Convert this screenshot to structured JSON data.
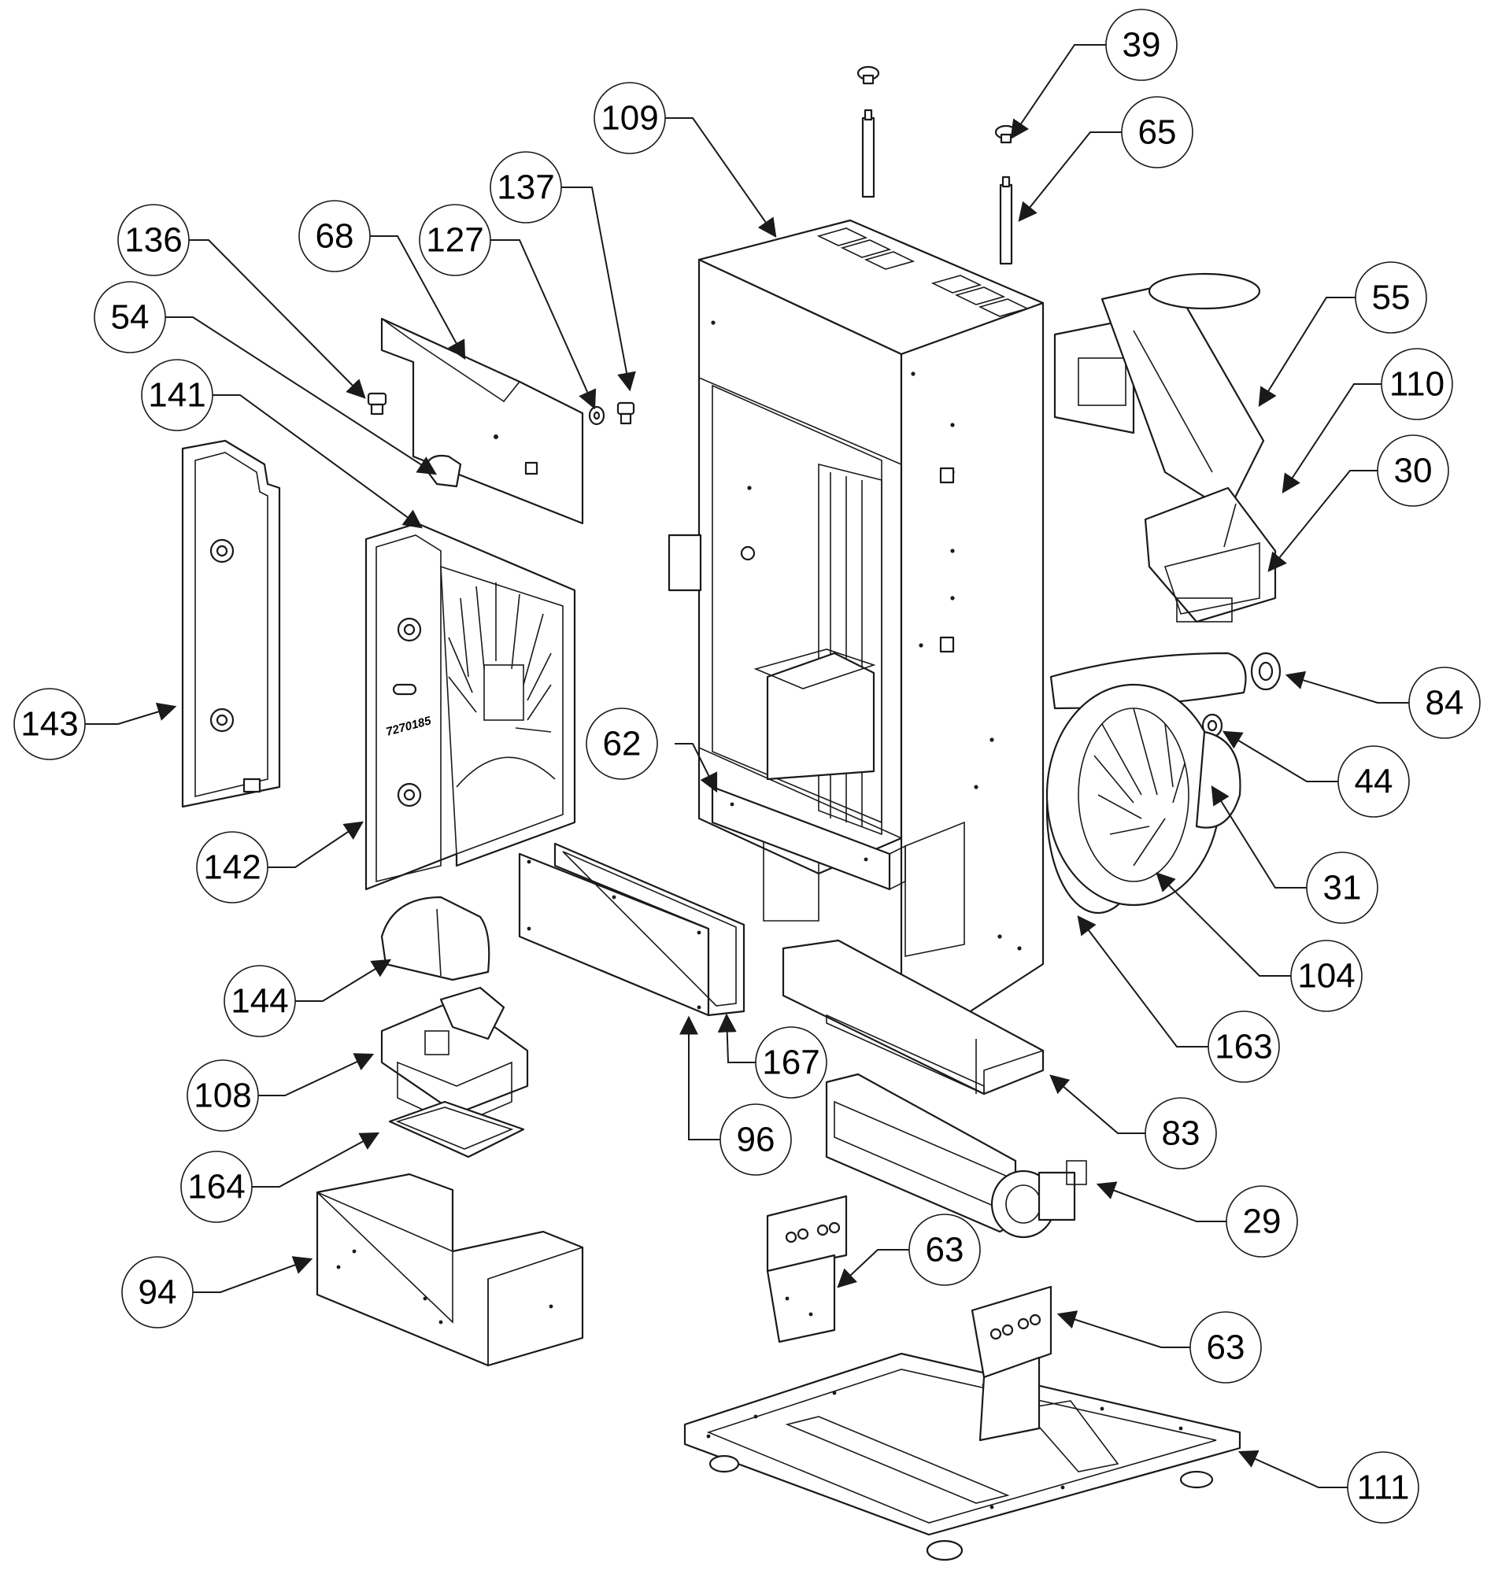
{
  "diagram": {
    "panel_imprint": "7270185",
    "callouts": [
      {
        "id": "39",
        "label": "39"
      },
      {
        "id": "109",
        "label": "109"
      },
      {
        "id": "65",
        "label": "65"
      },
      {
        "id": "137",
        "label": "137"
      },
      {
        "id": "136",
        "label": "136"
      },
      {
        "id": "68",
        "label": "68"
      },
      {
        "id": "127",
        "label": "127"
      },
      {
        "id": "54",
        "label": "54"
      },
      {
        "id": "55",
        "label": "55"
      },
      {
        "id": "141",
        "label": "141"
      },
      {
        "id": "110",
        "label": "110"
      },
      {
        "id": "30",
        "label": "30"
      },
      {
        "id": "143",
        "label": "143"
      },
      {
        "id": "84",
        "label": "84"
      },
      {
        "id": "62",
        "label": "62"
      },
      {
        "id": "44",
        "label": "44"
      },
      {
        "id": "142",
        "label": "142"
      },
      {
        "id": "31",
        "label": "31"
      },
      {
        "id": "104",
        "label": "104"
      },
      {
        "id": "144",
        "label": "144"
      },
      {
        "id": "163",
        "label": "163"
      },
      {
        "id": "167",
        "label": "167"
      },
      {
        "id": "108",
        "label": "108"
      },
      {
        "id": "83",
        "label": "83"
      },
      {
        "id": "96",
        "label": "96"
      },
      {
        "id": "164",
        "label": "164"
      },
      {
        "id": "29",
        "label": "29"
      },
      {
        "id": "63a",
        "label": "63"
      },
      {
        "id": "94",
        "label": "94"
      },
      {
        "id": "63b",
        "label": "63"
      },
      {
        "id": "111",
        "label": "111"
      }
    ]
  }
}
